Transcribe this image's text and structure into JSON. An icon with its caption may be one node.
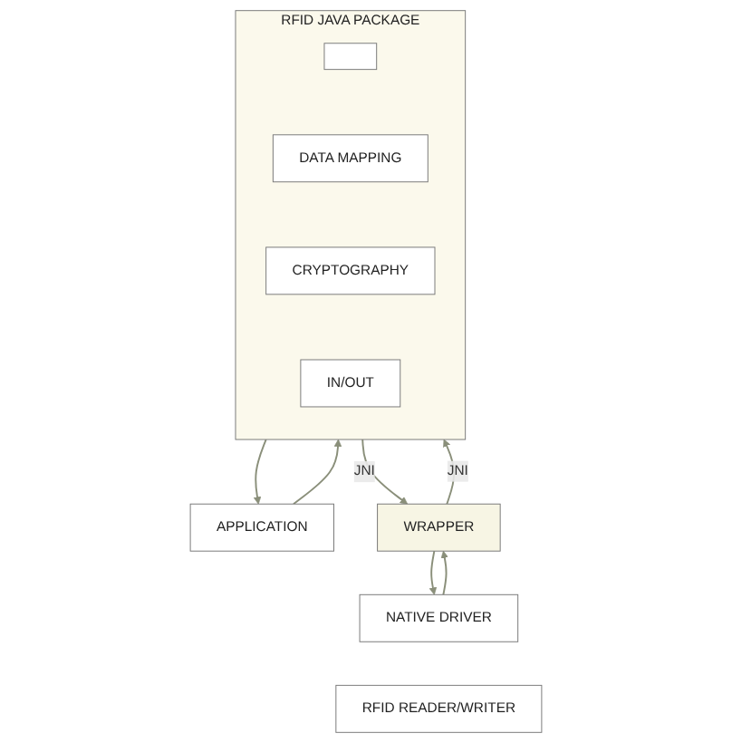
{
  "diagram": {
    "nodes": [
      {
        "text": [
          "APPLICATION"
        ]
      },
      {
        "text": [
          "RFID JAVA PACKAGE"
        ]
      },
      {
        "text": [],
        "shape": "box",
        "in": 1
      },
      {
        "text": [
          "DATA MAPPING"
        ],
        "in": 1
      },
      {
        "text": [
          "CRYPTOGRAPHY"
        ],
        "in": 1
      },
      {
        "text": [
          "IN/OUT"
        ],
        "in": 1
      },
      {
        "text": [
          "WRAPPER"
        ]
      },
      {
        "text": [
          "NATIVE DRIVER"
        ]
      },
      {
        "text": [
          "RFID READER/WRITER"
        ]
      }
    ],
    "edges": [
      {
        "from": 0,
        "to": 1,
        "arrow": "to"
      },
      {
        "from": 1,
        "to": 0,
        "arrow": "to"
      },
      {
        "from": 1,
        "to": 6,
        "arrow": "to",
        "label": "JNI"
      },
      {
        "from": 6,
        "to": 1,
        "arrow": "to",
        "label": "JNI"
      },
      {
        "from": 6,
        "to": 7,
        "arrow": "to"
      },
      {
        "from": 7,
        "to": 6,
        "arrow": "to"
      }
    ]
  }
}
